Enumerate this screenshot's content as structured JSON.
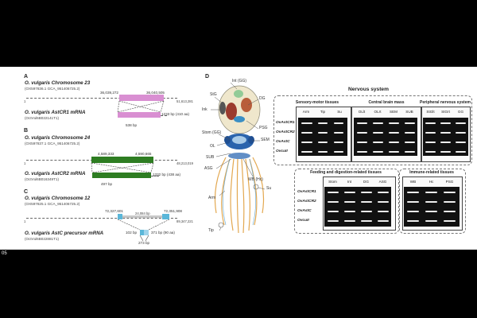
{
  "page_number": "05",
  "panels": {
    "A": {
      "label": "A",
      "chrom_title": "O. vulgaris Chromosome 23",
      "chrom_acc": "(OX597836.1 GCA_951406725.2)",
      "start": "36,039,272",
      "end": "36,040,505",
      "chrom_len": "51,613,281",
      "chrom_origin": "1",
      "mrna_title": "O. vulgaris AstCR1 mRNA",
      "mrna_acc": "(OctVul6B022141T1)",
      "cds": "1233 bp (410 aa)",
      "utr": "538 bp",
      "color": "#d98fd2"
    },
    "B": {
      "label": "B",
      "chrom_title": "O. vulgaris Chromosome 24",
      "chrom_acc": "(OX597837.1 GCA_951406725.2)",
      "start": "4,589,333",
      "end": "4,590,665",
      "chrom_len": "48,213,019",
      "chrom_origin": "1",
      "mrna_title": "O. vulgaris AstCR2 mRNA",
      "mrna_acc": "(OctVul6B016349T1)",
      "cds": "1332 bp (438 aa)",
      "utr": "497 bp",
      "color": "#2e7d22"
    },
    "C": {
      "label": "C",
      "chrom_title": "O. vulgaris Chromosome 12",
      "chrom_acc": "(OX597825.1 GCA_951406725.2)",
      "start": "72,327,601",
      "end": "72,351,908",
      "chrom_len": "89,347,221",
      "chrom_origin": "1",
      "intron": "24,084 bp",
      "mrna_title": "O. vulgaris AstC precursor mRNA",
      "mrna_acc": "(OctVul6B022881T1)",
      "exon1": "102 bp",
      "exon2": "371 bp (90 aa)",
      "exon3": "273 bp",
      "color": "#5bb7d9"
    },
    "D": {
      "label": "D",
      "labels": [
        "Int (GG)",
        "StG",
        "DG",
        "Ink",
        "PSG",
        "Stom (GG)",
        "SEM",
        "OL",
        "SUB",
        "ASG",
        "WB (Hc)",
        "Arm",
        "Su",
        "Tip"
      ]
    }
  },
  "nervous_system": {
    "title": "Nervous system",
    "groups": [
      {
        "title": "Sensory-motor tissues",
        "lanes": [
          "Arm",
          "Tip",
          "Su"
        ]
      },
      {
        "title": "Central brain mass",
        "lanes": [
          "OLlt",
          "OLrt",
          "SEM",
          "SUB"
        ]
      },
      {
        "title": "Peripheral nervous system",
        "lanes": [
          "StGlt",
          "StGrt",
          "GG"
        ]
      }
    ],
    "genes": [
      "OvAstCR1",
      "OvAstCR2",
      "OvAstC",
      "OvcuII"
    ]
  },
  "feeding": {
    "title": "Feeding and digestion-related tissues",
    "lanes": [
      "Stom",
      "Int",
      "DG",
      "ASG"
    ],
    "genes": [
      "OvAstCR1",
      "OvAstCR2",
      "OvAstC",
      "OvcuII"
    ]
  },
  "immune": {
    "title": "Immune-related tissues",
    "lanes": [
      "WB",
      "Hc",
      "PSG"
    ]
  }
}
